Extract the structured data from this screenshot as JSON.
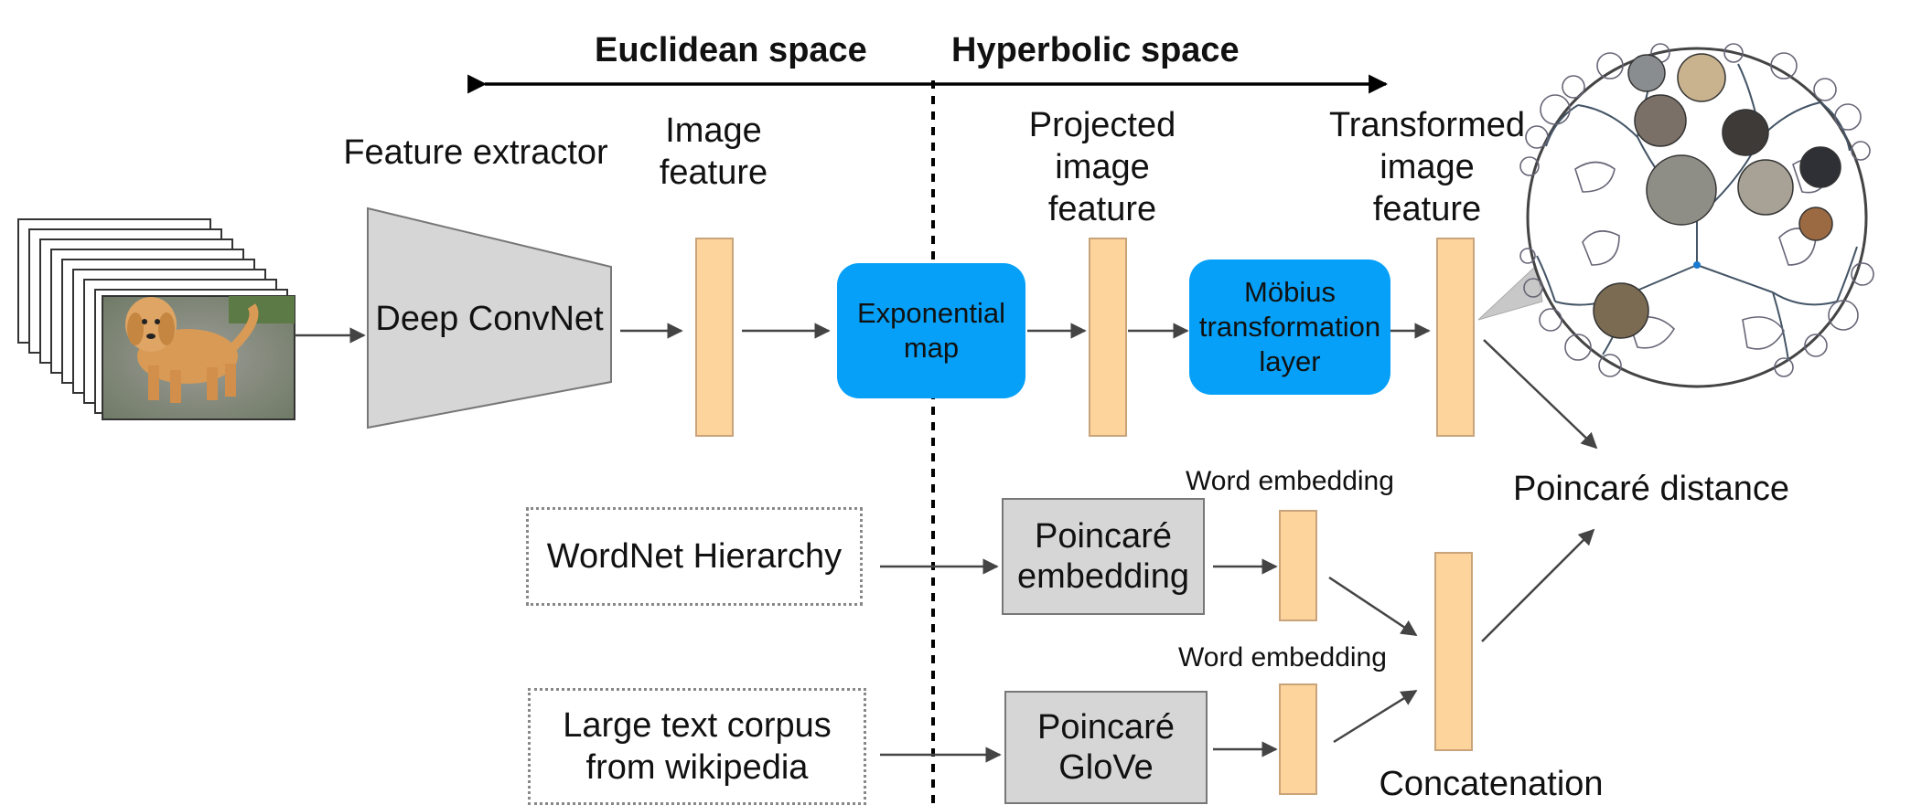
{
  "headers": {
    "euclidean": "Euclidean space",
    "hyperbolic": "Hyperbolic space"
  },
  "labels": {
    "feature_extractor": "Feature extractor",
    "image_feature": "Image\nfeature",
    "projected_image_feature": "Projected\nimage\nfeature",
    "transformed_image_feature": "Transformed\nimage\nfeature",
    "word_embedding_top": "Word embedding",
    "word_embedding_bottom": "Word embedding",
    "poincare_distance": "Poincaré distance",
    "concatenation": "Concatenation"
  },
  "boxes": {
    "deep_convnet": "Deep ConvNet",
    "exponential_map": "Exponential\nmap",
    "mobius_layer": "Möbius\ntransformation\nlayer",
    "poincare_embedding": "Poincaré\nembedding",
    "poincare_glove": "Poincaré\nGloVe",
    "wordnet_hierarchy": "WordNet Hierarchy",
    "text_corpus": "Large text corpus\nfrom wikipedia"
  },
  "colors": {
    "feature_fill": "#fcd49c",
    "blue_box": "#06a0f8",
    "gray_box": "#d6d6d6"
  }
}
